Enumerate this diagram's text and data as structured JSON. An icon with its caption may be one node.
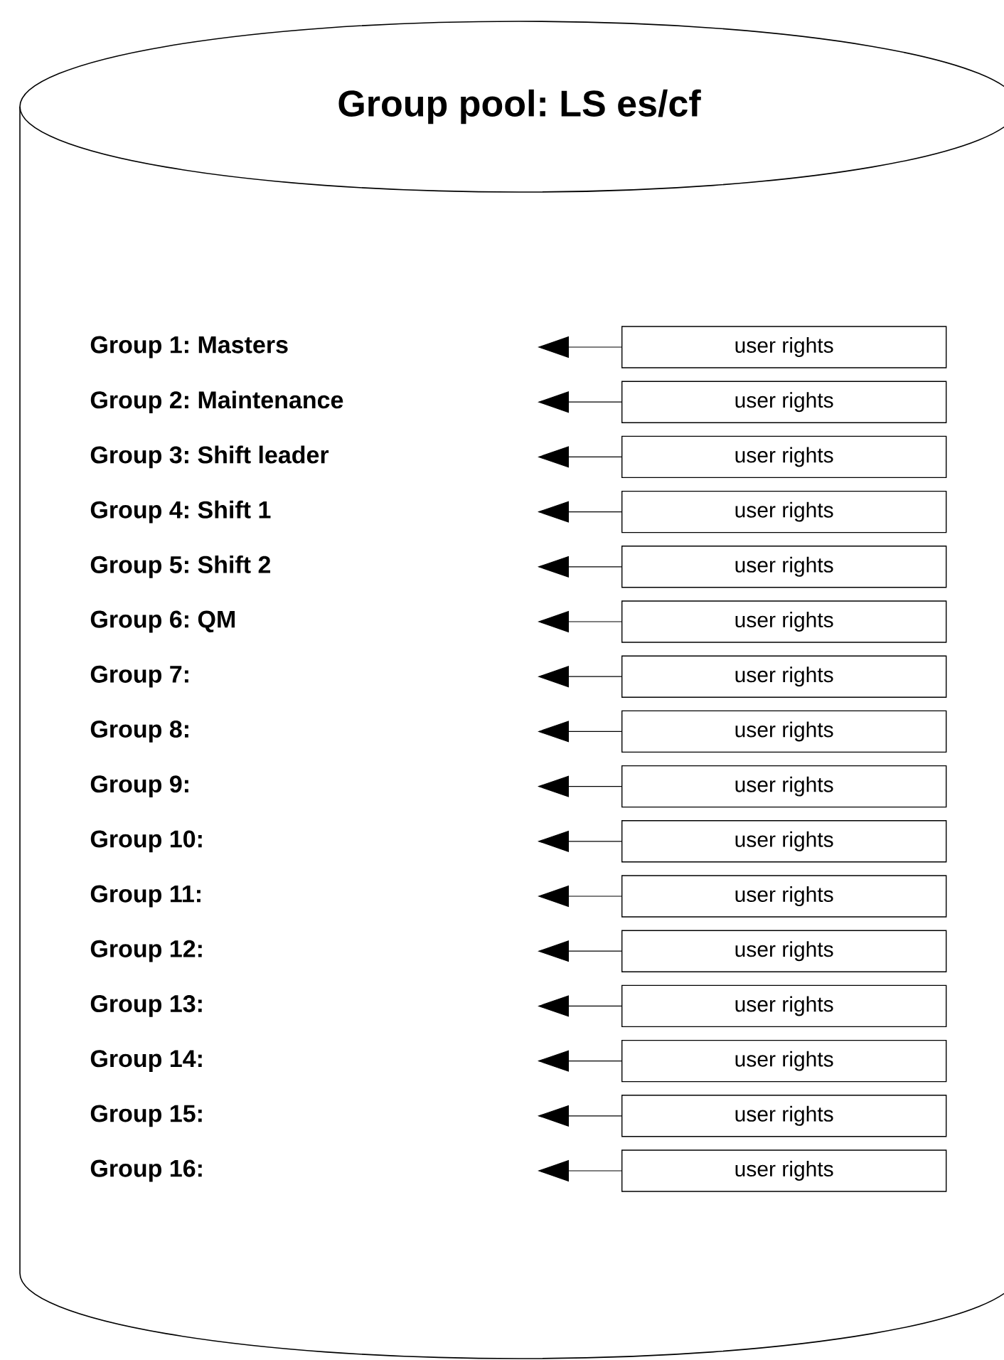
{
  "diagram": {
    "nodes": [
      {
        "text": [
          "Group pool: LS es/cf"
        ]
      },
      {
        "text": [
          "user rights"
        ],
        "in": 0
      },
      {
        "text": [
          "user rights"
        ],
        "in": 0
      },
      {
        "text": [
          "user rights"
        ],
        "in": 0
      },
      {
        "text": [
          "user rights"
        ],
        "in": 0
      },
      {
        "text": [
          "user rights"
        ],
        "in": 0
      },
      {
        "text": [
          "user rights"
        ],
        "in": 0
      },
      {
        "text": [
          "user rights"
        ],
        "in": 0
      },
      {
        "text": [
          "user rights"
        ],
        "in": 0
      },
      {
        "text": [
          "user rights"
        ],
        "in": 0
      },
      {
        "text": [
          "user rights"
        ],
        "in": 0
      },
      {
        "text": [
          "user rights"
        ],
        "in": 0
      },
      {
        "text": [
          "user rights"
        ],
        "in": 0
      },
      {
        "text": [
          "user rights"
        ],
        "in": 0
      },
      {
        "text": [
          "user rights"
        ],
        "in": 0
      },
      {
        "text": [
          "user rights"
        ],
        "in": 0
      },
      {
        "text": [
          "user rights"
        ],
        "in": 0
      }
    ],
    "edges": [
      {
        "from": 1,
        "to": null,
        "arrow": "to"
      },
      {
        "from": 2,
        "to": null,
        "arrow": "to"
      },
      {
        "from": 3,
        "to": null,
        "arrow": "to"
      },
      {
        "from": 4,
        "to": null,
        "arrow": "to"
      },
      {
        "from": 5,
        "to": null,
        "arrow": "to"
      },
      {
        "from": 6,
        "to": null,
        "arrow": "to"
      },
      {
        "from": 7,
        "to": null,
        "arrow": "to"
      },
      {
        "from": 8,
        "to": null,
        "arrow": "to"
      },
      {
        "from": 9,
        "to": null,
        "arrow": "to"
      },
      {
        "from": 10,
        "to": null,
        "arrow": "to"
      },
      {
        "from": 11,
        "to": null,
        "arrow": "to"
      },
      {
        "from": 12,
        "to": null,
        "arrow": "to"
      },
      {
        "from": 13,
        "to": null,
        "arrow": "to"
      },
      {
        "from": 14,
        "to": null,
        "arrow": "to"
      },
      {
        "from": 15,
        "to": null,
        "arrow": "to"
      },
      {
        "from": 16,
        "to": null,
        "arrow": "to"
      }
    ],
    "labels": [
      "Group 1: Masters",
      "Group 2: Maintenance",
      "Group 3: Shift leader",
      "Group 4: Shift 1",
      "Group 5: Shift 2",
      "Group 6: QM",
      "Group 7:",
      "Group 8:",
      "Group 9:",
      "Group 10:",
      "Group 11:",
      "Group 12:",
      "Group 13:",
      "Group 14:",
      "Group 15:",
      "Group 16:"
    ]
  }
}
